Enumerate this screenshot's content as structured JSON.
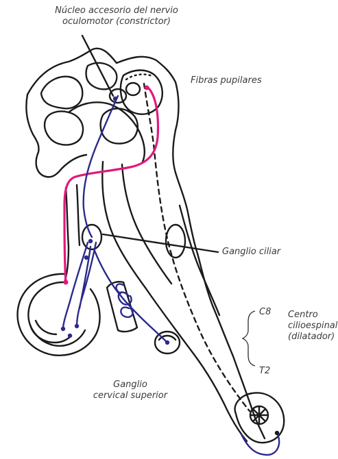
{
  "labels": {
    "nucleus_line1": "Núcleo accesorio del nervio",
    "nucleus_line2": "oculomotor (constrictor)",
    "pupillary_fibers": "Fibras pupilares",
    "ciliary_ganglion": "Ganglio ciliar",
    "c8": "C8",
    "t2": "T2",
    "center_line1": "Centro",
    "center_line2": "cilioespinal",
    "center_line3": "(dilatador)",
    "superior_cervical_line1": "Ganglio",
    "superior_cervical_line2": "cervical superior"
  },
  "colors": {
    "outline": "#1a1a1a",
    "parasympathetic": "#e0187a",
    "sympathetic": "#2b2a8c",
    "label_text": "#3a3a3a"
  }
}
